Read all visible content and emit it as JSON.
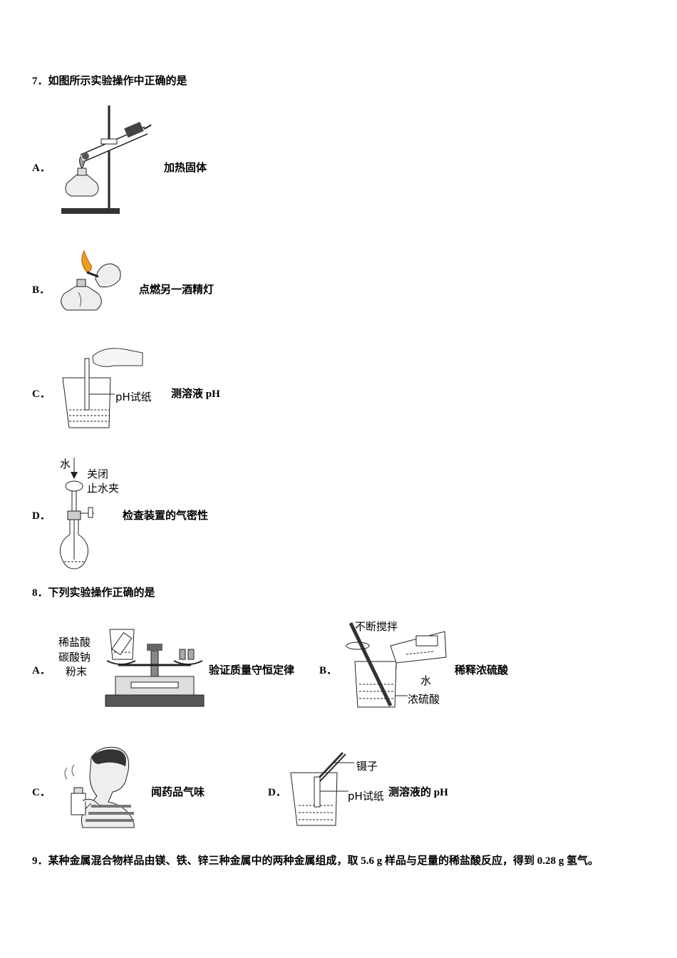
{
  "q7": {
    "title": "7．如图所示实验操作中正确的是",
    "options": [
      {
        "letter": "A．",
        "caption": "加热固体"
      },
      {
        "letter": "B．",
        "caption": "点燃另一酒精灯"
      },
      {
        "letter": "C．",
        "caption": "测溶液 pH",
        "labels": [
          "pH试纸"
        ]
      },
      {
        "letter": "D．",
        "caption": "检查装置的气密性",
        "labels": [
          "水",
          "关闭",
          "止水夹"
        ]
      }
    ]
  },
  "q8": {
    "title": "8．下列实验操作正确的是",
    "options": [
      {
        "letter": "A．",
        "caption": "验证质量守恒定律",
        "labels": [
          "稀盐酸",
          "碳酸钠",
          "粉末"
        ]
      },
      {
        "letter": "B．",
        "caption": "稀释浓硫酸",
        "labels": [
          "不断搅拌",
          "水",
          "浓硫酸"
        ]
      },
      {
        "letter": "C．",
        "caption": "闻药品气味"
      },
      {
        "letter": "D．",
        "caption": "测溶液的 pH",
        "labels": [
          "镊子",
          "pH试纸"
        ]
      }
    ]
  },
  "q9": {
    "title": "9．某种金属混合物样品由镁、铁、锌三种金属中的两种金属组成，取 5.6 g 样品与足量的稀盐酸反应，得到 0.28 g 氢气。"
  }
}
